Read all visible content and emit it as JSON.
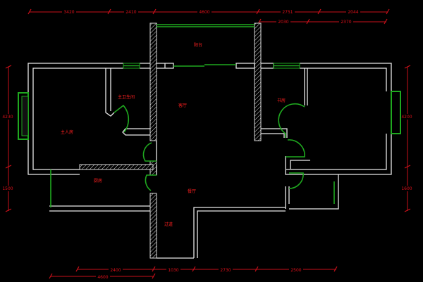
{
  "rooms": {
    "balcony": "阳台",
    "living_room": "客厅",
    "master_bath": "主卫生间",
    "master_bedroom": "主人房",
    "study": "书房",
    "kitchen": "厨房",
    "dining_room": "餐厅",
    "corridor": "过道"
  },
  "dimensions": {
    "top_row1": [
      "3420",
      "2410",
      "4600",
      "2751",
      "2044"
    ],
    "top_row2": [
      "2030",
      "2370"
    ],
    "bottom_row1": [
      "2400",
      "1030",
      "2730",
      "2500"
    ],
    "bottom_row2": [
      "4600"
    ],
    "left": [
      "4230",
      "1500"
    ],
    "right": [
      "4200",
      "1600"
    ]
  },
  "colors": {
    "wall": "#e8e8e8",
    "window": "#1fa81f",
    "dimension": "#c8101a",
    "label": "#ff2020"
  }
}
